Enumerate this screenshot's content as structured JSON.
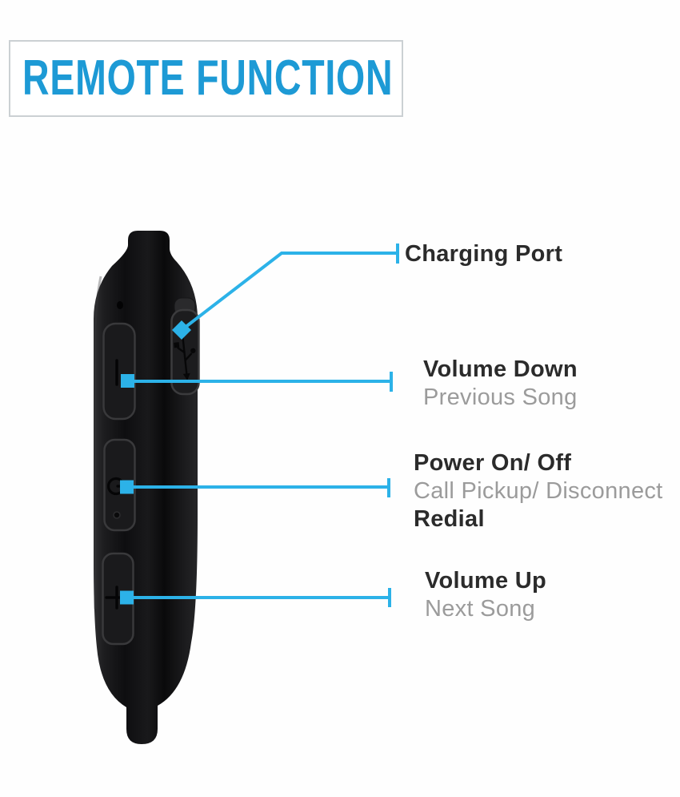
{
  "title": "REMOTE FUNCTION",
  "colors": {
    "title_blue": "#1d9ad5",
    "callout_cyan": "#2cb2e8",
    "text_dark": "#2b2b2b",
    "text_gray": "#9b9b9b",
    "title_box_border": "#cbd0d3",
    "device_black": "#111113"
  },
  "icons": {
    "volume_down_glyph": "−",
    "volume_up_glyph": "+",
    "power_glyph": "⏻",
    "charging_port_glyph": "usb-trident"
  },
  "callouts": {
    "charging": {
      "title": "Charging Port"
    },
    "volume_down": {
      "title": "Volume Down",
      "subtitle": "Previous Song"
    },
    "power": {
      "title": "Power On/ Off",
      "subtitle": "Call Pickup/ Disconnect",
      "extra": "Redial"
    },
    "volume_up": {
      "title": "Volume Up",
      "subtitle": "Next Song"
    }
  }
}
